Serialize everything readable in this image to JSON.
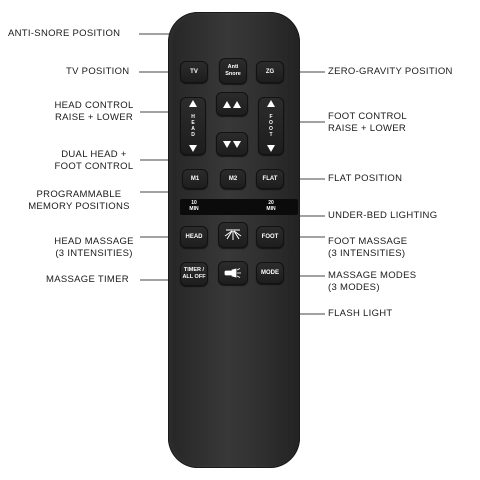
{
  "buttons": {
    "anti_snore": "Anti\nSnore",
    "tv": "TV",
    "zg": "ZG",
    "head_text": [
      "H",
      "E",
      "A",
      "D"
    ],
    "foot_text": [
      "F",
      "O",
      "O",
      "T"
    ],
    "m1": "M1",
    "m2": "M2",
    "flat": "FLAT",
    "head_massage": "HEAD",
    "foot_massage": "FOOT",
    "timer": "TIMER /\nALL OFF",
    "mode": "MODE"
  },
  "timer_strip": {
    "left": "10\nMIN",
    "right": "20\nMIN"
  },
  "callouts": {
    "anti_snore": "ANTI-SNORE POSITION",
    "tv": "TV POSITION",
    "zero_gravity": "ZERO-GRAVITY POSITION",
    "head_control": "HEAD CONTROL\nRAISE + LOWER",
    "foot_control": "FOOT CONTROL\nRAISE + LOWER",
    "dual": "DUAL HEAD +\nFOOT CONTROL",
    "flat": "FLAT POSITION",
    "memory": "PROGRAMMABLE\nMEMORY POSITIONS",
    "under_bed": "UNDER-BED LIGHTING",
    "head_massage": "HEAD MASSAGE\n(3 INTENSITIES)",
    "foot_massage": "FOOT MASSAGE\n(3 INTENSITIES)",
    "timer": "MASSAGE TIMER",
    "modes": "MASSAGE MODES\n(3 MODES)",
    "flash": "FLASH LIGHT"
  },
  "colors": {
    "remote": "#2f2f2f",
    "button": "#1f1f1f",
    "leader": "#444444",
    "text": "#1a1a1a"
  }
}
